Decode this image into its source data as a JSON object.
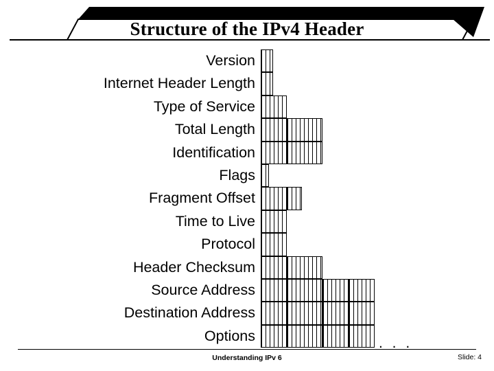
{
  "slide": {
    "title": "Structure of the IPv4 Header",
    "fields": [
      {
        "label": "Version",
        "segments": [
          18
        ]
      },
      {
        "label": "Internet Header Length",
        "segments": [
          18
        ]
      },
      {
        "label": "Type of Service",
        "segments": [
          38
        ]
      },
      {
        "label": "Total Length",
        "segments": [
          38,
          52
        ]
      },
      {
        "label": "Identification",
        "segments": [
          38,
          52
        ]
      },
      {
        "label": "Flags",
        "segments": [
          12
        ]
      },
      {
        "label": "Fragment Offset",
        "segments": [
          38,
          22
        ]
      },
      {
        "label": "Time to Live",
        "segments": [
          38
        ]
      },
      {
        "label": "Protocol",
        "segments": [
          38
        ]
      },
      {
        "label": "Header Checksum",
        "segments": [
          38,
          52
        ]
      },
      {
        "label": "Source Address",
        "segments": [
          38,
          52,
          38,
          38
        ]
      },
      {
        "label": "Destination Address",
        "segments": [
          38,
          52,
          38,
          38
        ]
      },
      {
        "label": "Options",
        "segments": [
          38,
          52,
          38,
          38
        ]
      }
    ],
    "continuation_marker": ". . .",
    "footer": {
      "center": "Understanding IPv 6",
      "right": "Slide: 4"
    }
  }
}
